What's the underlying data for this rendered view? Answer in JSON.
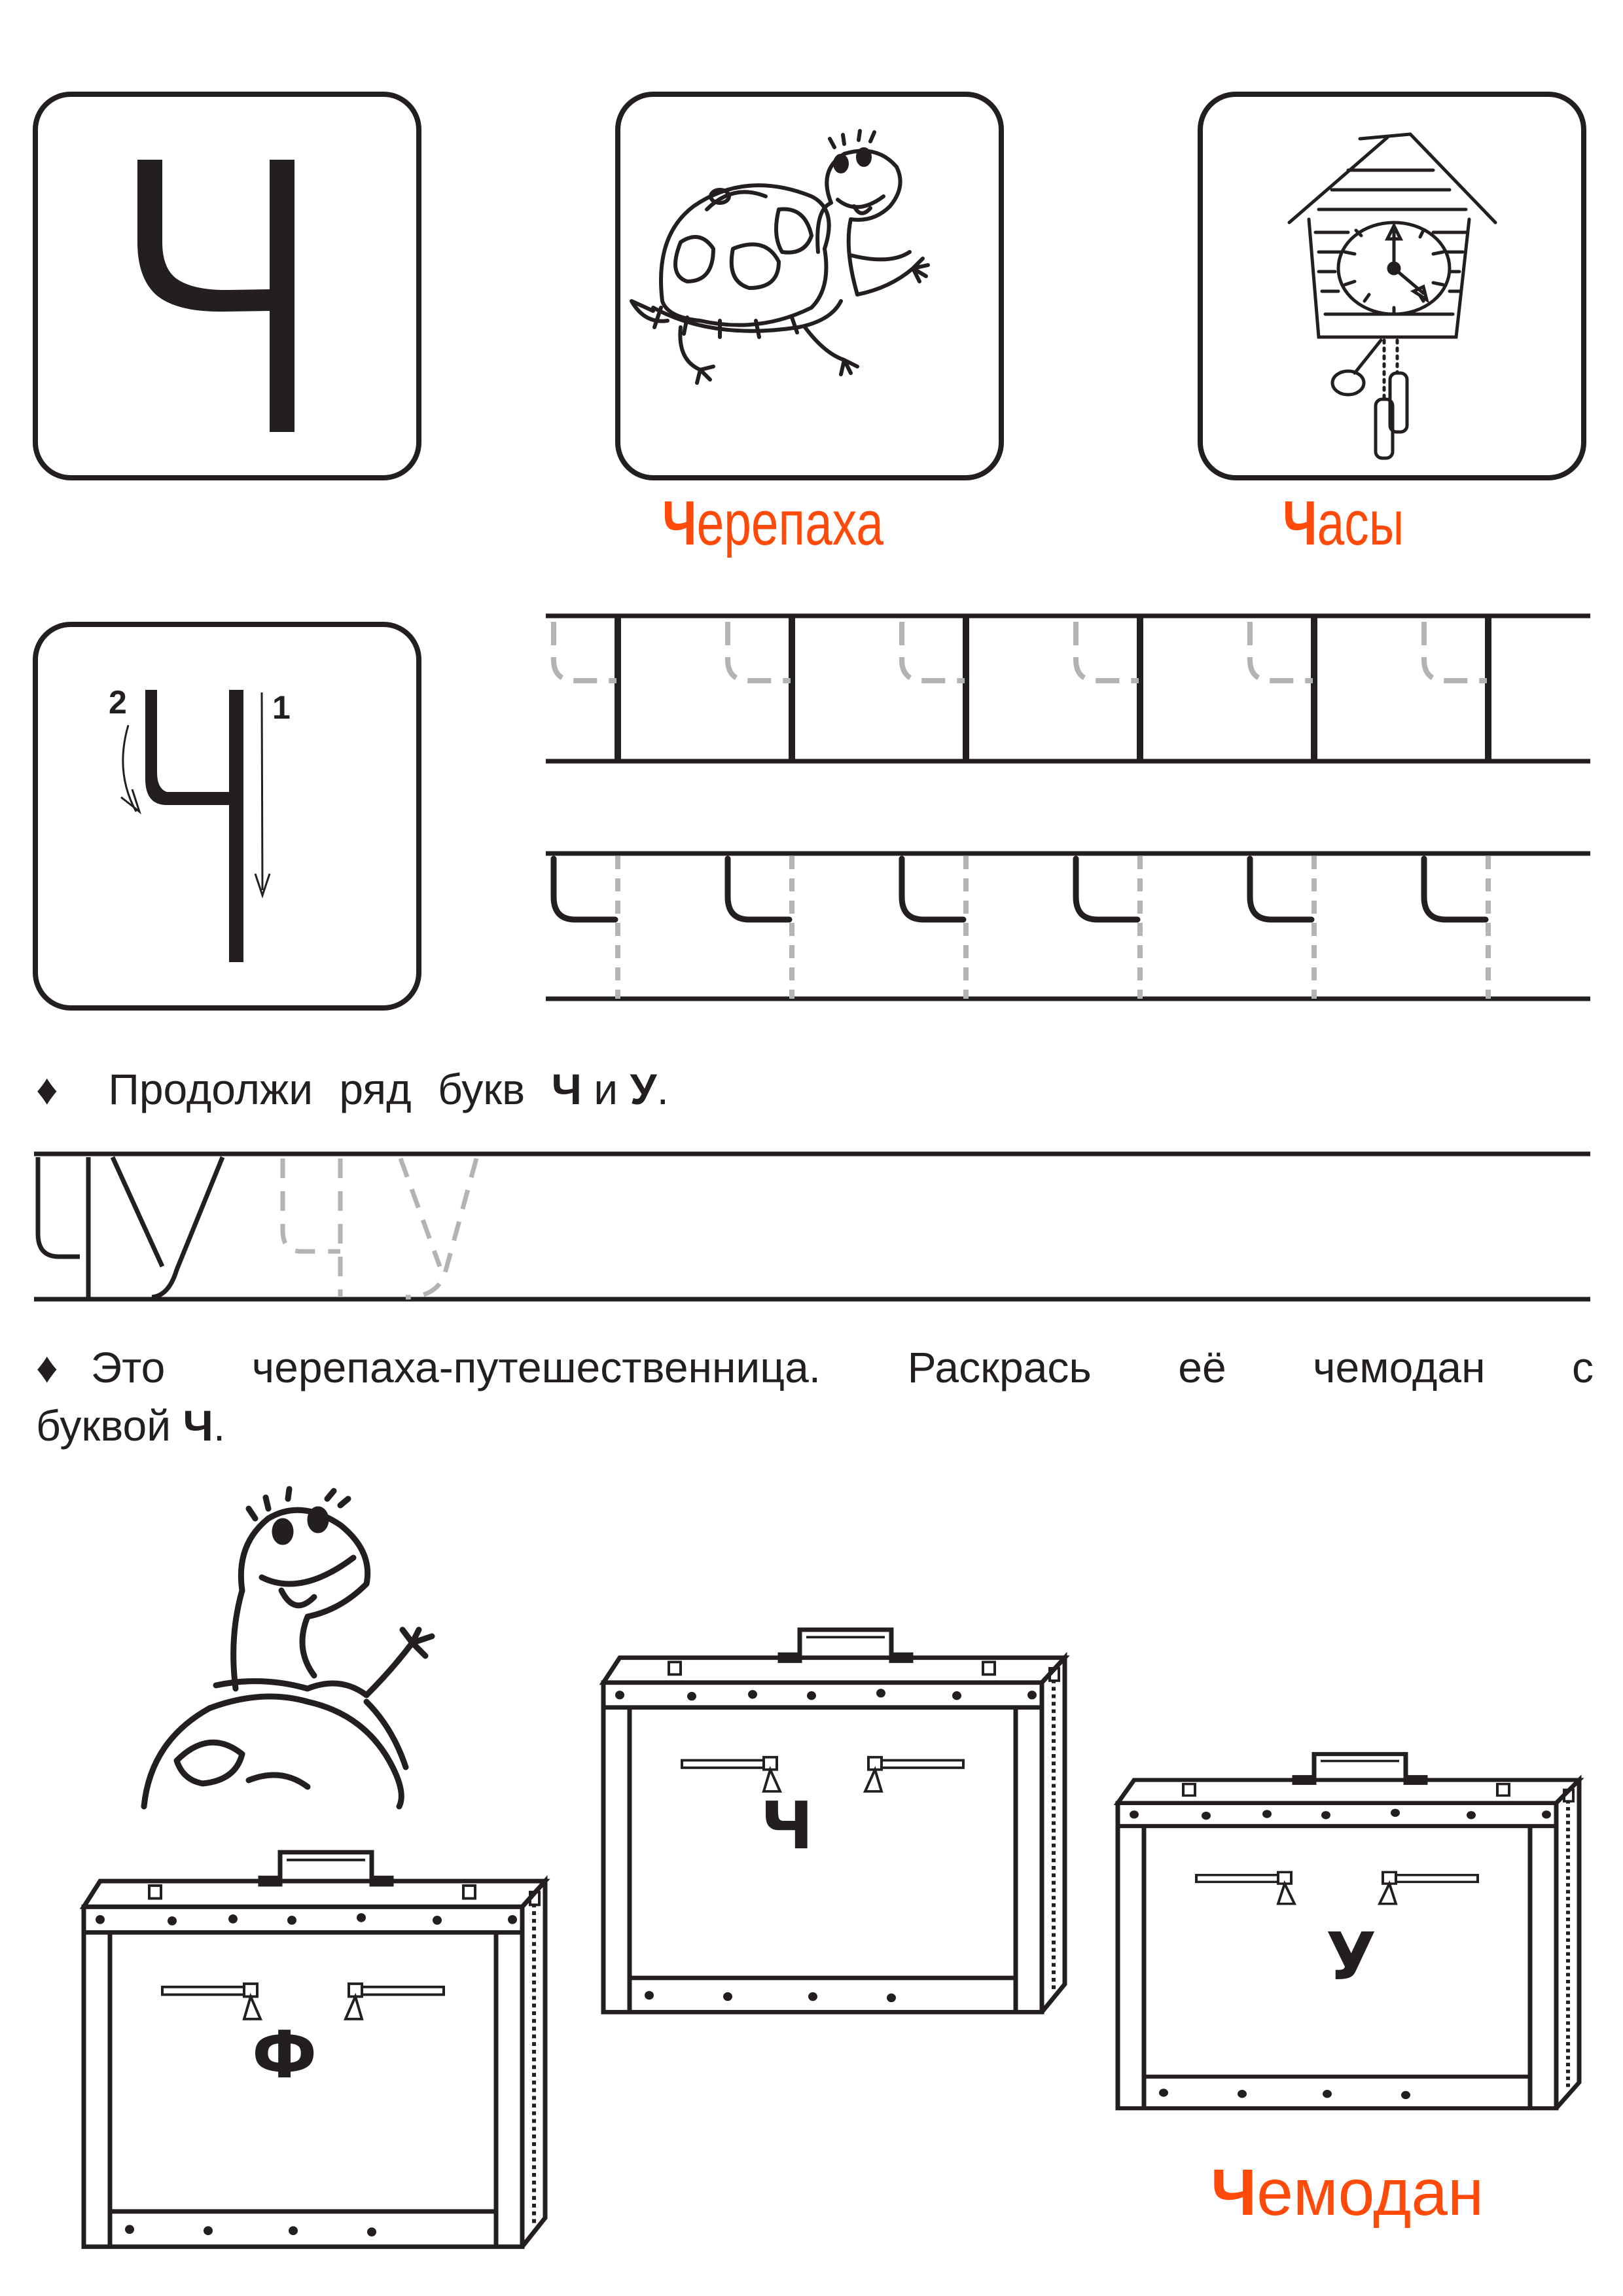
{
  "letter_card": {
    "letter": "Ч"
  },
  "picture_cards": [
    {
      "id": "turtle",
      "icon": "turtle-icon",
      "caption_first": "Ч",
      "caption_rest": "ерепаха"
    },
    {
      "id": "clock",
      "icon": "cuckoo-clock-icon",
      "caption_first": "Ч",
      "caption_rest": "асы"
    }
  ],
  "stroke_card": {
    "stroke_1": "1",
    "stroke_2": "2"
  },
  "tracing_rows": {
    "row1_cells": 6,
    "row2_cells": 6,
    "guide_color": "#b3b3b3"
  },
  "task1": {
    "bullet": "♦",
    "text_before": "Продолжи ряд букв ",
    "letter_a": "Ч",
    "text_mid": " и ",
    "letter_b": "У",
    "text_after": ".",
    "sample_letters": [
      "Ч",
      "У"
    ],
    "traced_letters": [
      "Ч",
      "У"
    ]
  },
  "task2": {
    "bullet": "♦",
    "line1": "Это черепаха-путешественница. Раскрась её чемодан с",
    "line2_before": "буквой ",
    "line2_letter": "Ч",
    "line2_after": "."
  },
  "suitcases": [
    {
      "id": "left",
      "letter": "Ф"
    },
    {
      "id": "middle",
      "letter": "Ч"
    },
    {
      "id": "right",
      "letter": "У"
    }
  ],
  "bottom_caption": {
    "first": "Ч",
    "rest": "емодан"
  },
  "colors": {
    "accent": "#ff4a0a",
    "ink": "#231f20",
    "guide": "#b3b3b3"
  }
}
